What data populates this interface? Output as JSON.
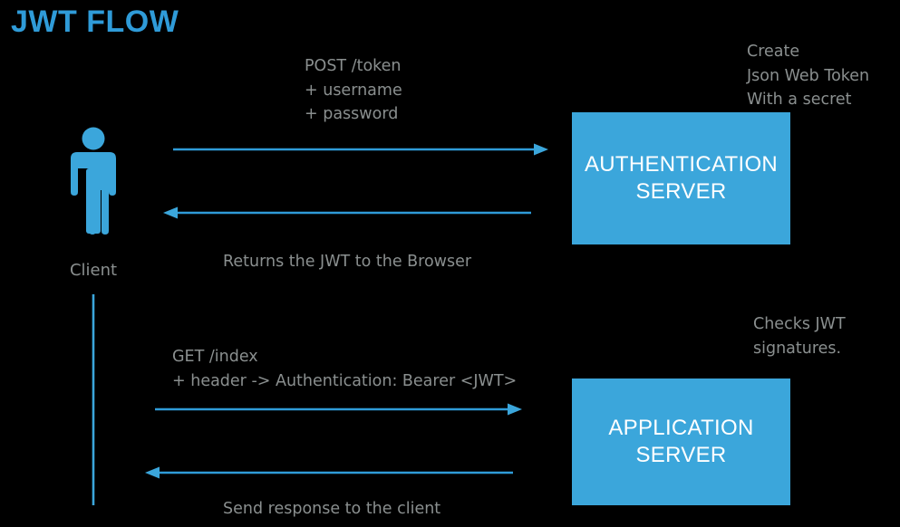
{
  "diagram": {
    "title": "JWT FLOW",
    "background_color": "#000000",
    "accent_color": "#3ba6db",
    "text_color": "#8a8f8f",
    "box_text_color": "#ffffff"
  },
  "actor": {
    "label": "Client",
    "icon": "person-icon"
  },
  "servers": [
    {
      "id": "authentication-server",
      "label": "AUTHENTICATION\nSERVER",
      "color": "#3ba6db"
    },
    {
      "id": "application-server",
      "label": "APPLICATION\nSERVER",
      "color": "#3ba6db"
    }
  ],
  "annotations": {
    "auth_request": "POST /token\n+ username\n+ password",
    "auth_server_note": "Create\nJson Web Token\nWith a secret",
    "auth_response": "Returns the JWT to the Browser",
    "app_request": "GET /index\n+ header -> Authentication: Bearer <JWT>",
    "app_server_note": "Checks JWT\nsignatures.",
    "app_response": "Send response to the client"
  },
  "arrows": [
    {
      "id": "arrow-client-to-auth",
      "direction": "right"
    },
    {
      "id": "arrow-auth-to-client",
      "direction": "left"
    },
    {
      "id": "arrow-client-to-app",
      "direction": "right"
    },
    {
      "id": "arrow-app-to-client",
      "direction": "left"
    }
  ],
  "lifeline": {
    "id": "client-lifeline"
  }
}
